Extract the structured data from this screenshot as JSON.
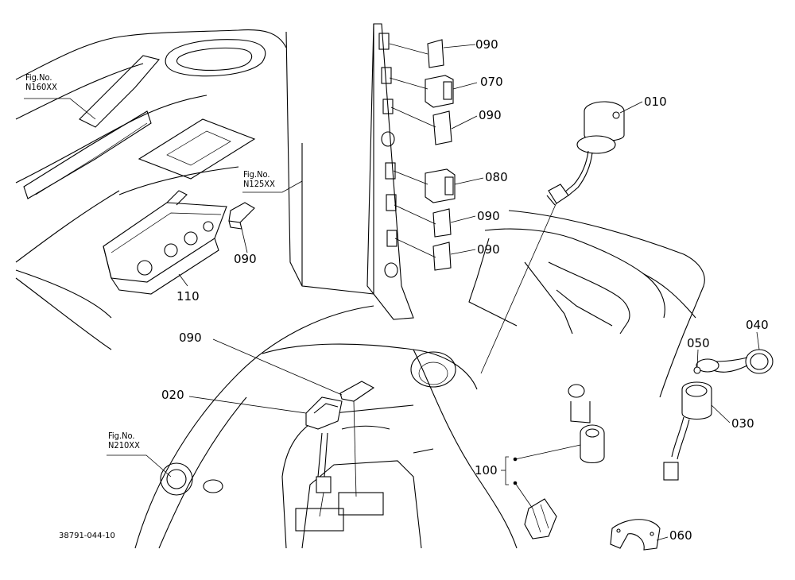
{
  "parts": {
    "p010": "010",
    "p020": "020",
    "p030": "030",
    "p040": "040",
    "p050": "050",
    "p060": "060",
    "p070": "070",
    "p080": "080",
    "p090": "090",
    "p100": "100",
    "p110": "110"
  },
  "figure_refs": {
    "n160": {
      "line1": "Fig.No.",
      "line2": "N160XX"
    },
    "n125": {
      "line1": "Fig.No.",
      "line2": "N125XX"
    },
    "n210": {
      "line1": "Fig.No.",
      "line2": "N210XX"
    }
  },
  "footer": {
    "drawing_number": "38791-044-10"
  }
}
